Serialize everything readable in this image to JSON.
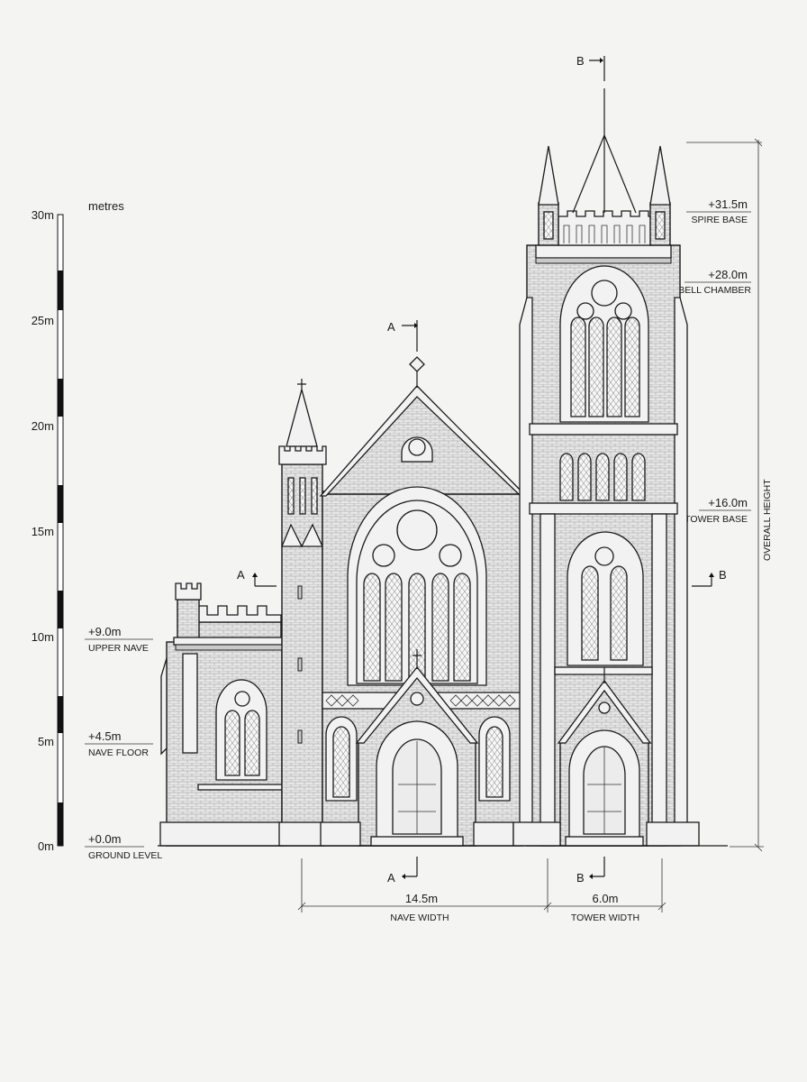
{
  "scale": {
    "unit_label": "metres",
    "ticks": [
      "0m",
      "5m",
      "10m",
      "15m",
      "20m",
      "25m",
      "30m"
    ]
  },
  "levels_left": [
    {
      "value": "+9.0m",
      "name": "UPPER NAVE"
    },
    {
      "value": "+4.5m",
      "name": "NAVE FLOOR"
    },
    {
      "value": "+0.0m",
      "name": "GROUND LEVEL"
    }
  ],
  "levels_right": [
    {
      "value": "+31.5m",
      "name": "SPIRE BASE"
    },
    {
      "value": "+28.0m",
      "name": "BELL CHAMBER"
    },
    {
      "value": "+16.0m",
      "name": "TOWER BASE"
    }
  ],
  "overall_height_label": "OVERALL HEIGHT",
  "dimensions": [
    {
      "value": "14.5m",
      "name": "NAVE WIDTH"
    },
    {
      "value": "6.0m",
      "name": "TOWER WIDTH"
    }
  ],
  "section_markers": {
    "a_top": "A",
    "a_left": "A",
    "a_bottom": "A",
    "b_top": "B",
    "b_right": "B",
    "b_bottom": "B"
  }
}
